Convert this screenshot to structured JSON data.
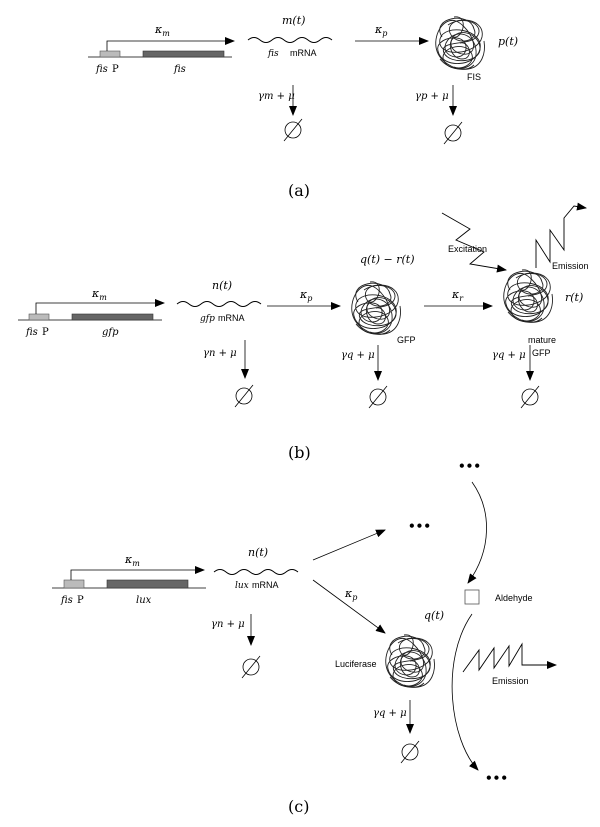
{
  "panel_a": {
    "label": "(a)",
    "rate_transcription": "κ",
    "rate_transcription_sub": "m",
    "mrna_var": "m(t)",
    "gene_fis": "fis",
    "gene_p": "P",
    "gene_label": "fis",
    "mrna_gene": "fis",
    "mrna_text": "mRNA",
    "rate_translation": "κ",
    "rate_translation_sub": "p",
    "protein_var": "p(t)",
    "protein_name": "FIS",
    "decay_m": "γm + μ",
    "decay_p": "γp + μ"
  },
  "panel_b": {
    "label": "(b)",
    "rate_transcription": "κ",
    "rate_transcription_sub": "m",
    "mrna_var": "n(t)",
    "gene_fis": "fis",
    "gene_p": "P",
    "gene_label": "gfp",
    "mrna_gene": "gfp",
    "mrna_text": "mRNA",
    "rate_translation": "κ",
    "rate_translation_sub": "p",
    "protein_var": "q(t) − r(t)",
    "protein_name": "GFP",
    "rate_maturation": "κ",
    "rate_maturation_sub": "r",
    "mature_var": "r(t)",
    "mature_line1": "mature",
    "mature_line2": "GFP",
    "excitation": "Excitation",
    "emission": "Emission",
    "decay_n": "γn + μ",
    "decay_q1": "γq + μ",
    "decay_q2": "γq + μ"
  },
  "panel_c": {
    "label": "(c)",
    "rate_transcription": "κ",
    "rate_transcription_sub": "m",
    "mrna_var": "n(t)",
    "gene_fis": "fis",
    "gene_p": "P",
    "gene_label": "lux",
    "mrna_gene": "lux",
    "mrna_text": "mRNA",
    "rate_translation": "κ",
    "rate_translation_sub": "p",
    "protein_var": "q(t)",
    "protein_name": "Luciferase",
    "aldehyde": "Aldehyde",
    "emission": "Emission",
    "ellipsis": "•••",
    "decay_n": "γn + μ",
    "decay_q": "γq + μ"
  }
}
